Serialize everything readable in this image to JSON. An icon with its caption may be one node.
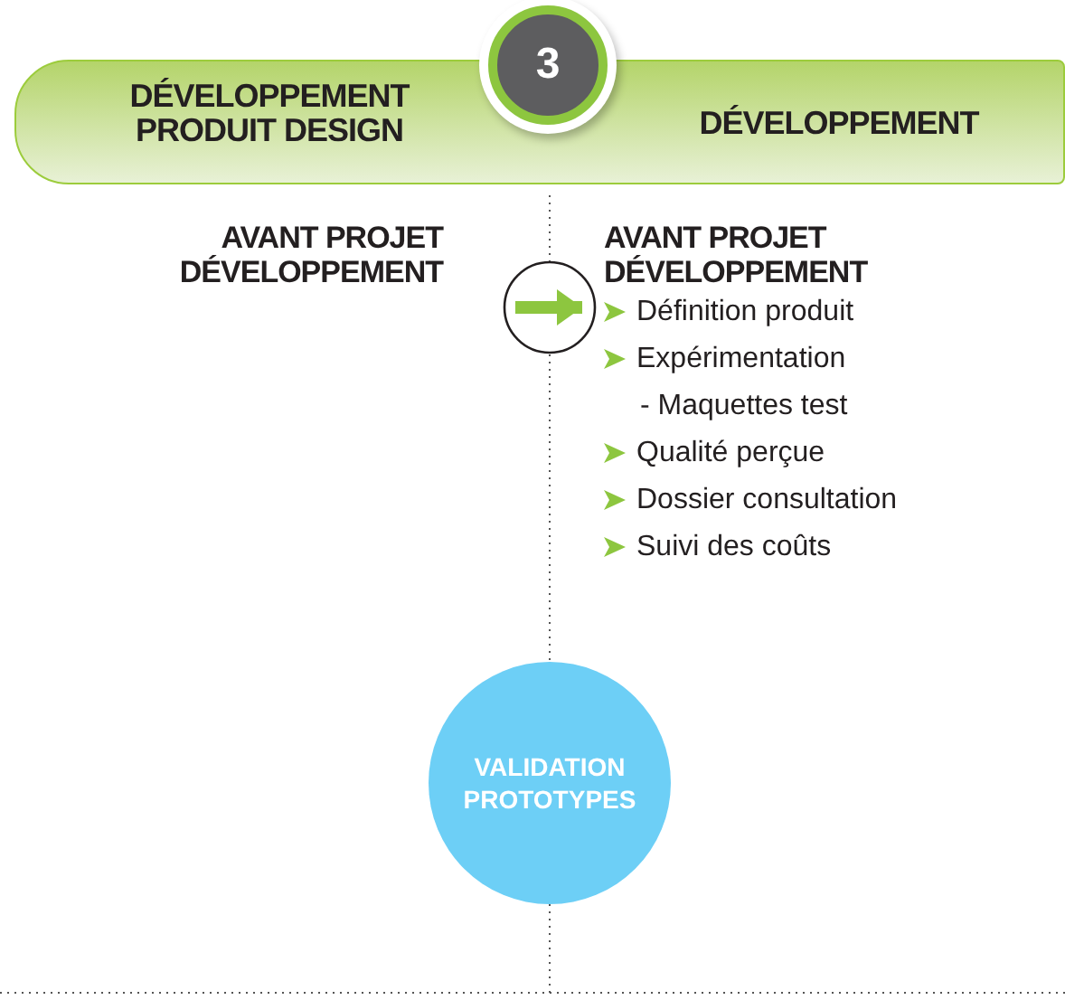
{
  "diagram": {
    "nodes": [
      {
        "text": [
          "DÉVELOPPEMENT PRODUIT DESIGN",
          "DÉVELOPPEMENT"
        ]
      },
      {
        "text": [
          "3"
        ]
      },
      {
        "text": [
          "AVANT PROJET DÉVELOPPEMENT"
        ]
      },
      {
        "text": [
          "AVANT PROJET DÉVELOPPEMENT",
          "Définition produit",
          "Expérimentation",
          "- Maquettes test",
          "Qualité perçue",
          "Dossier consultation",
          "Suivi des coûts"
        ]
      },
      {
        "text": [
          "VALIDATION PROTOTYPES"
        ]
      }
    ],
    "edges": [
      {
        "from": 2,
        "to": 3,
        "arrow": "to",
        "color": "#8dc63f"
      }
    ]
  }
}
